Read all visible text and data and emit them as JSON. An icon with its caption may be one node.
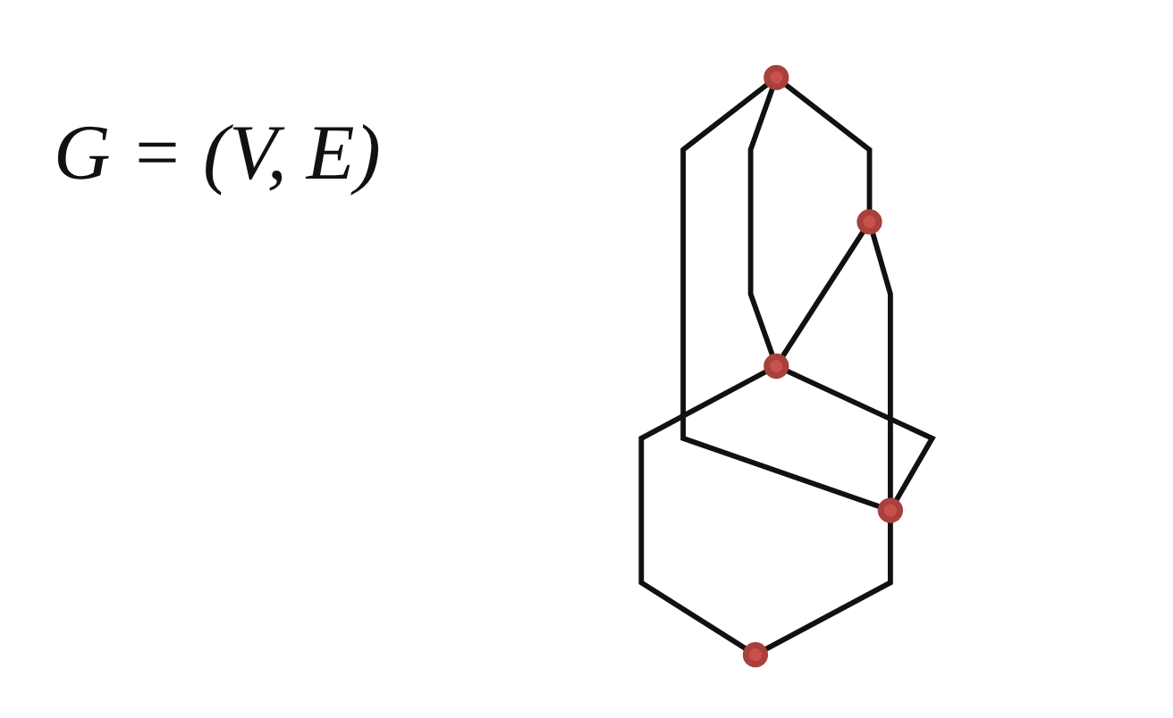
{
  "diagram": {
    "nodes": [
      {
        "text": [],
        "shape": "circle"
      },
      {
        "text": [],
        "shape": "circle"
      },
      {
        "text": [],
        "shape": "circle"
      },
      {
        "text": [],
        "shape": "circle"
      },
      {
        "text": [],
        "shape": "circle"
      }
    ],
    "edges": [
      {
        "from": 0,
        "to": 1,
        "arrow": "none"
      },
      {
        "from": 0,
        "to": 2,
        "arrow": "none"
      },
      {
        "from": 0,
        "to": 3,
        "arrow": "none"
      },
      {
        "from": 1,
        "to": 2,
        "arrow": "none"
      },
      {
        "from": 1,
        "to": 3,
        "arrow": "none"
      },
      {
        "from": 2,
        "to": 3,
        "arrow": "none"
      },
      {
        "from": 2,
        "to": 4,
        "arrow": "none"
      },
      {
        "from": 3,
        "to": 4,
        "arrow": "none"
      }
    ],
    "labels": [
      "G = (V, E)"
    ]
  }
}
